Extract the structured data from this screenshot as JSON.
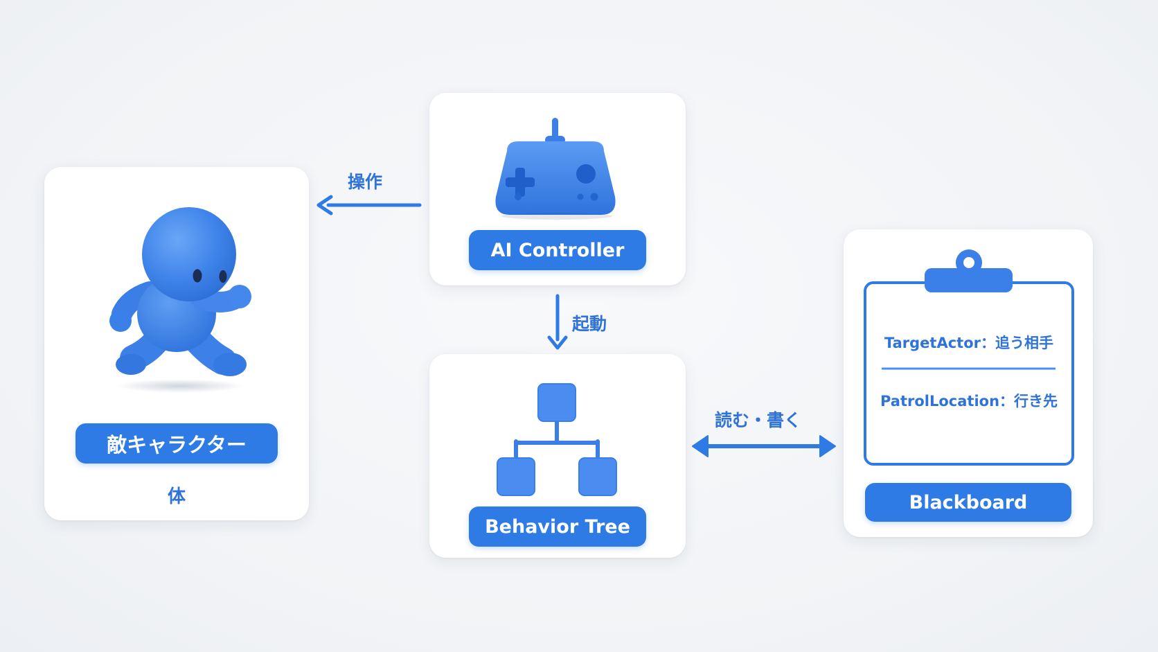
{
  "nodes": {
    "enemy": {
      "label": "敵キャラクター",
      "sublabel": "体"
    },
    "controller": {
      "label": "AI Controller"
    },
    "behavior_tree": {
      "label": "Behavior Tree"
    },
    "blackboard": {
      "label": "Blackboard",
      "entries": [
        {
          "text": "TargetActor：追う相手"
        },
        {
          "text": "PatrolLocation：行き先"
        }
      ]
    }
  },
  "edges": {
    "control": {
      "label": "操作"
    },
    "start": {
      "label": "起動"
    },
    "read_write": {
      "label": "読む・書く"
    }
  },
  "colors": {
    "accent": "#2f7be6",
    "accent_light": "#4f8fef",
    "accent_dark": "#2463c7",
    "card": "#ffffff",
    "background": "#f3f5f8"
  },
  "icons": {
    "enemy": "character-icon",
    "controller": "gamepad-icon",
    "behavior_tree": "tree-icon",
    "blackboard": "clipboard-icon"
  }
}
